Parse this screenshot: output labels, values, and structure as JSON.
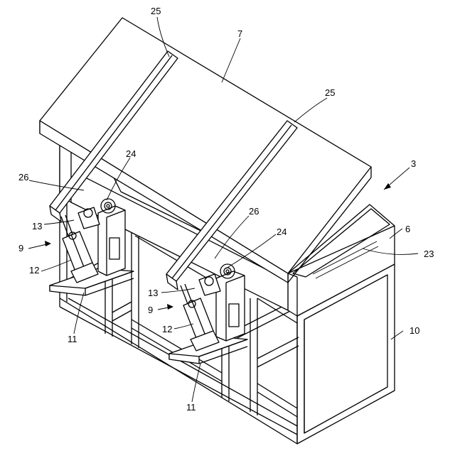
{
  "figure": {
    "labels": {
      "l25a": "25",
      "l7": "7",
      "l25b": "25",
      "l24a": "24",
      "l3": "3",
      "l26a": "26",
      "l6": "6",
      "l13a": "13",
      "l26b": "26",
      "l24b": "24",
      "l9a": "9",
      "l23": "23",
      "l12a": "12",
      "l13b": "13",
      "l9b": "9",
      "l12b": "12",
      "l10": "10",
      "l11a": "11",
      "l11b": "11"
    }
  }
}
